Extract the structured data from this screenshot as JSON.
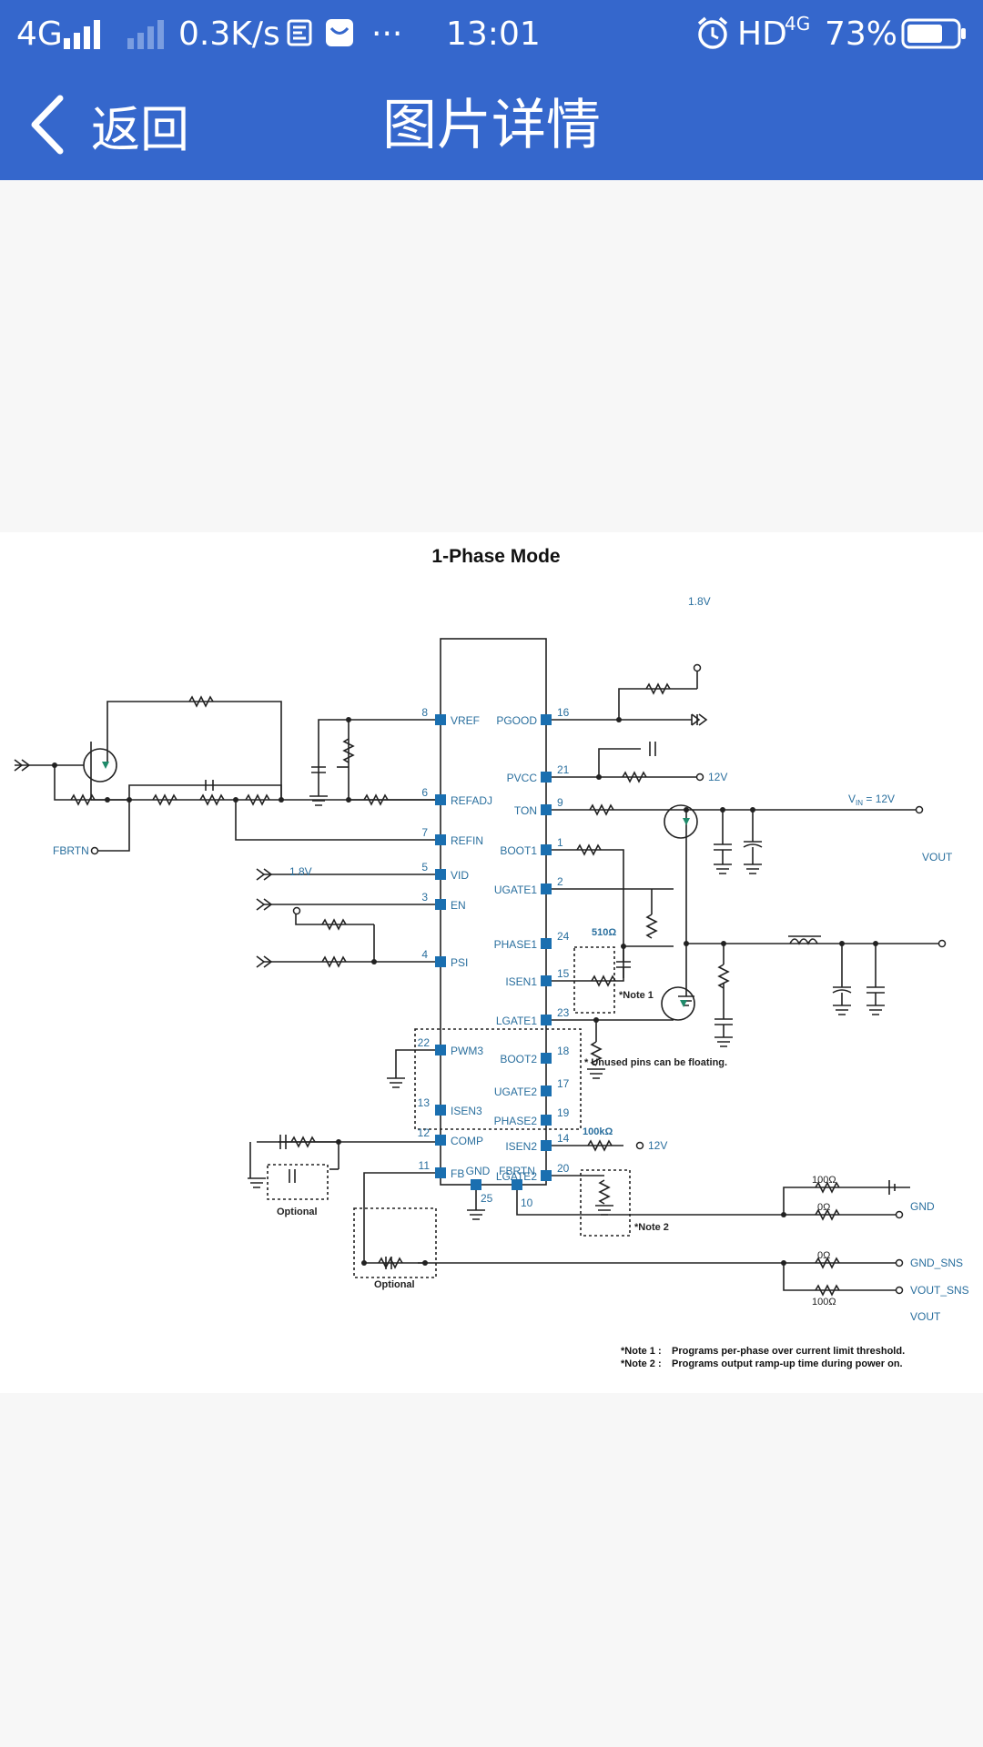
{
  "status_bar": {
    "network": "4G",
    "speed": "0.3K/s",
    "more": "···",
    "time": "13:01",
    "hd": "HD",
    "net2": "4G",
    "battery": "73%"
  },
  "app_bar": {
    "back_label": "返回",
    "title": "图片详情"
  },
  "schematic": {
    "title": "1-Phase Mode",
    "left_pins": [
      {
        "num": "8",
        "name": "VREF"
      },
      {
        "num": "6",
        "name": "REFADJ"
      },
      {
        "num": "7",
        "name": "REFIN"
      },
      {
        "num": "5",
        "name": "VID"
      },
      {
        "num": "3",
        "name": "EN"
      },
      {
        "num": "4",
        "name": "PSI"
      },
      {
        "num": "22",
        "name": "PWM3"
      },
      {
        "num": "13",
        "name": "ISEN3"
      },
      {
        "num": "12",
        "name": "COMP"
      },
      {
        "num": "11",
        "name": "FB"
      }
    ],
    "right_pins": [
      {
        "num": "16",
        "name": "PGOOD"
      },
      {
        "num": "21",
        "name": "PVCC"
      },
      {
        "num": "9",
        "name": "TON"
      },
      {
        "num": "1",
        "name": "BOOT1"
      },
      {
        "num": "2",
        "name": "UGATE1"
      },
      {
        "num": "24",
        "name": "PHASE1"
      },
      {
        "num": "15",
        "name": "ISEN1"
      },
      {
        "num": "23",
        "name": "LGATE1"
      },
      {
        "num": "18",
        "name": "BOOT2"
      },
      {
        "num": "17",
        "name": "UGATE2"
      },
      {
        "num": "19",
        "name": "PHASE2"
      },
      {
        "num": "14",
        "name": "ISEN2"
      },
      {
        "num": "20",
        "name": "LGATE2"
      }
    ],
    "bottom_pins": [
      {
        "num": "25",
        "name": "GND"
      },
      {
        "num": "10",
        "name": "FBRTN"
      }
    ],
    "labels": {
      "v18_top": "1.8V",
      "v18_psi": "1.8V",
      "v12_pvcc": "12V",
      "vin_v": "V",
      "vin_sub": "IN",
      "vin_eq": " = 12V",
      "vout_top": "VOUT",
      "fbrtn": "FBRTN",
      "r510": "510Ω",
      "r100k": "100kΩ",
      "v12_isen2": "12V",
      "note1": "*Note 1",
      "note2": "*Note 2",
      "unused": "* Unused pins can be floating.",
      "optional1": "Optional",
      "optional2": "Optional",
      "r100_gnd": "100Ω",
      "r0_gnd": "0Ω",
      "r0_vout": "0Ω",
      "r100_vout": "100Ω",
      "gnd": "GND",
      "gnd_sns": "GND_SNS",
      "vout_sns": "VOUT_SNS",
      "vout": "VOUT"
    },
    "notes": {
      "note1_tag": "*Note 1 :",
      "note1_text": "Programs per-phase over current limit threshold.",
      "note2_tag": "*Note 2 :",
      "note2_text": "Programs output ramp-up time during power on."
    }
  },
  "colors": {
    "header": "#3567cc",
    "pin_blue": "#1a6fb0",
    "label_blue": "#2a6f9e",
    "mosfet_diode": "#1f8a6a"
  }
}
